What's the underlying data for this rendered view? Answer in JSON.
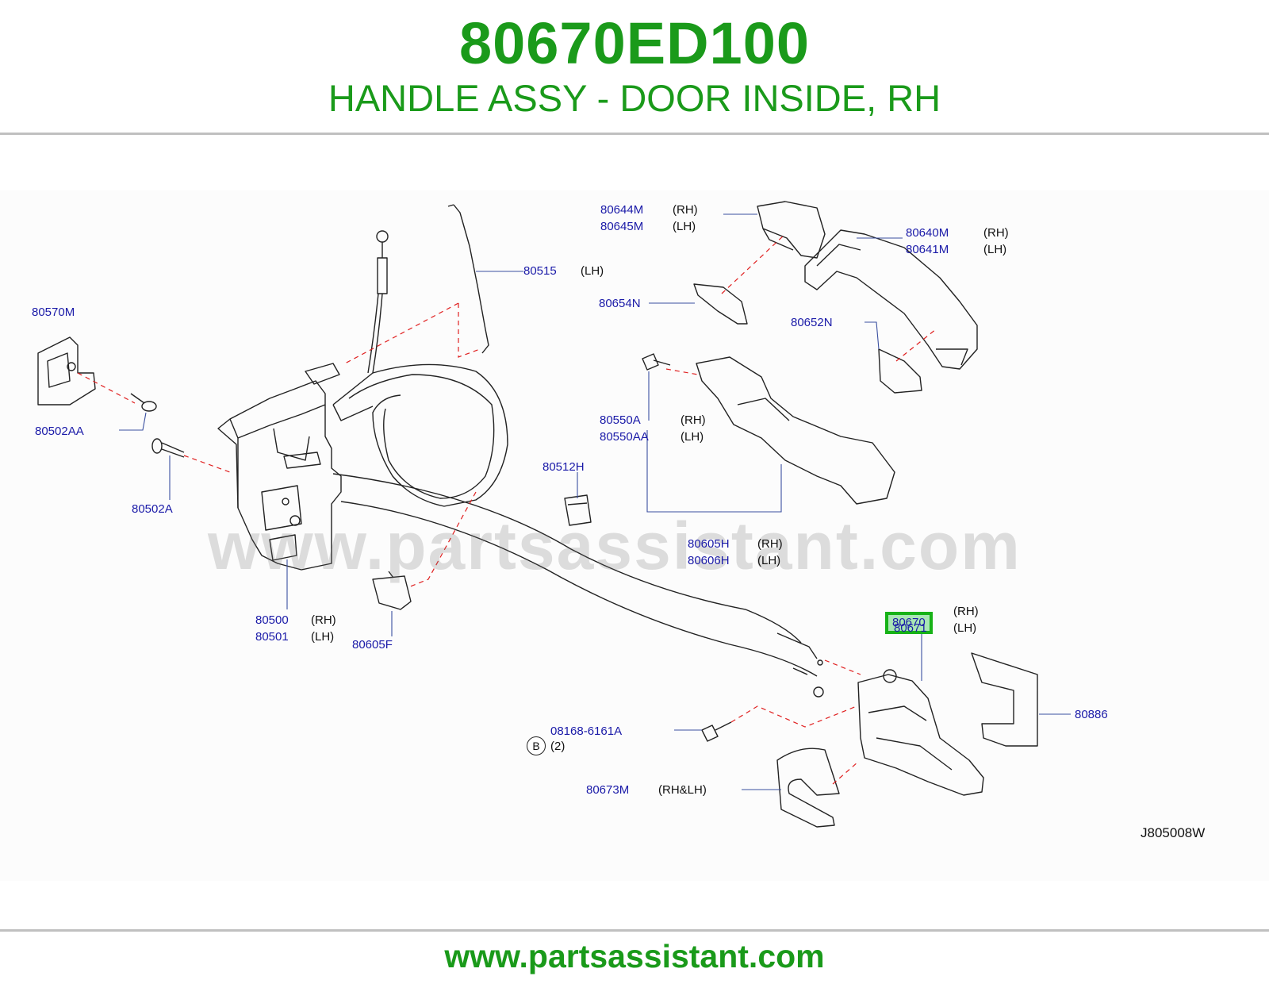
{
  "header": {
    "part_number": "80670ED100",
    "part_name": "HANDLE ASSY - DOOR INSIDE, RH"
  },
  "diagram": {
    "watermark": "www.partsassistant.com",
    "reference_code": "J805008W",
    "bolt_symbol": "B",
    "callouts": {
      "c80644M": "80644M",
      "c80644M_side": "(RH)",
      "c80645M": "80645M",
      "c80645M_side": "(LH)",
      "c80640M": "80640M",
      "c80640M_side": "(RH)",
      "c80641M": "80641M",
      "c80641M_side": "(LH)",
      "c80515": "80515",
      "c80515_side": "(LH)",
      "c80654N": "80654N",
      "c80652N": "80652N",
      "c80570M": "80570M",
      "c80502AA": "80502AA",
      "c80502A": "80502A",
      "c80550A": "80550A",
      "c80550A_side": "(RH)",
      "c80550AA": "80550AA",
      "c80550AA_side": "(LH)",
      "c80512H": "80512H",
      "c80605H": "80605H",
      "c80605H_side": "(RH)",
      "c80606H": "80606H",
      "c80606H_side": "(LH)",
      "c80500": "80500",
      "c80500_side": "(RH)",
      "c80501": "80501",
      "c80501_side": "(LH)",
      "c80605F": "80605F",
      "c80670": "80670",
      "c80670_side": "(RH)",
      "c80671": "80671",
      "c80671_side": "(LH)",
      "c80886": "80886",
      "c08168": "08168-6161A",
      "c08168_qty": "(2)",
      "c80673M": "80673M",
      "c80673M_side": "(RH&LH)"
    }
  },
  "footer": {
    "url": "www.partsassistant.com"
  },
  "colors": {
    "title_green": "#1a9a1a",
    "callout_blue": "#1a1aa8",
    "highlight_border": "#17b217",
    "highlight_fill": "#a9e6b4",
    "leader_red": "#e02020"
  }
}
